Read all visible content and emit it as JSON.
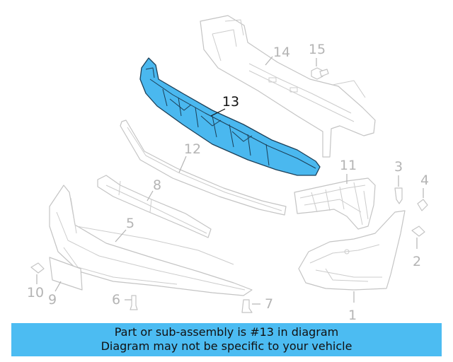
{
  "diagram": {
    "highlighted_part": "13",
    "callouts": [
      "1",
      "2",
      "3",
      "4",
      "5",
      "6",
      "7",
      "8",
      "9",
      "10",
      "11",
      "12",
      "13",
      "14",
      "15"
    ]
  },
  "banner": {
    "line1": "Part or sub-assembly is #13 in diagram",
    "line2": "Diagram may not be specific to your vehicle"
  },
  "colors": {
    "highlight_fill": "#4ab8ef",
    "banner_background": "#4cbcf2",
    "part_outline": "#c4c4c4"
  }
}
